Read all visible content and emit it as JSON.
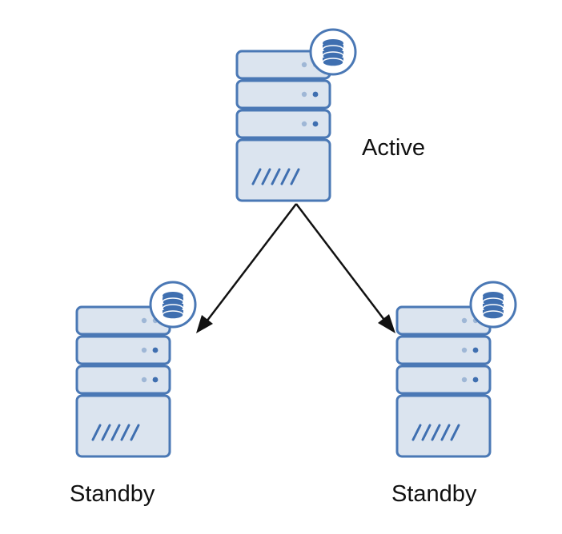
{
  "nodes": [
    {
      "id": "active",
      "label": "Active",
      "icon": "database-server-icon"
    },
    {
      "id": "standby-left",
      "label": "Standby",
      "icon": "database-server-icon"
    },
    {
      "id": "standby-right",
      "label": "Standby",
      "icon": "database-server-icon"
    }
  ],
  "edges": [
    {
      "from": "active",
      "to": "standby-left"
    },
    {
      "from": "active",
      "to": "standby-right"
    }
  ],
  "colors": {
    "server_fill": "#dbe4ef",
    "server_stroke": "#4a78b5",
    "server_detail": "#3f6fb0",
    "server_dot_light": "#9fb7d6",
    "badge_fill": "#ffffff",
    "arrow": "#111111",
    "text": "#111111"
  }
}
